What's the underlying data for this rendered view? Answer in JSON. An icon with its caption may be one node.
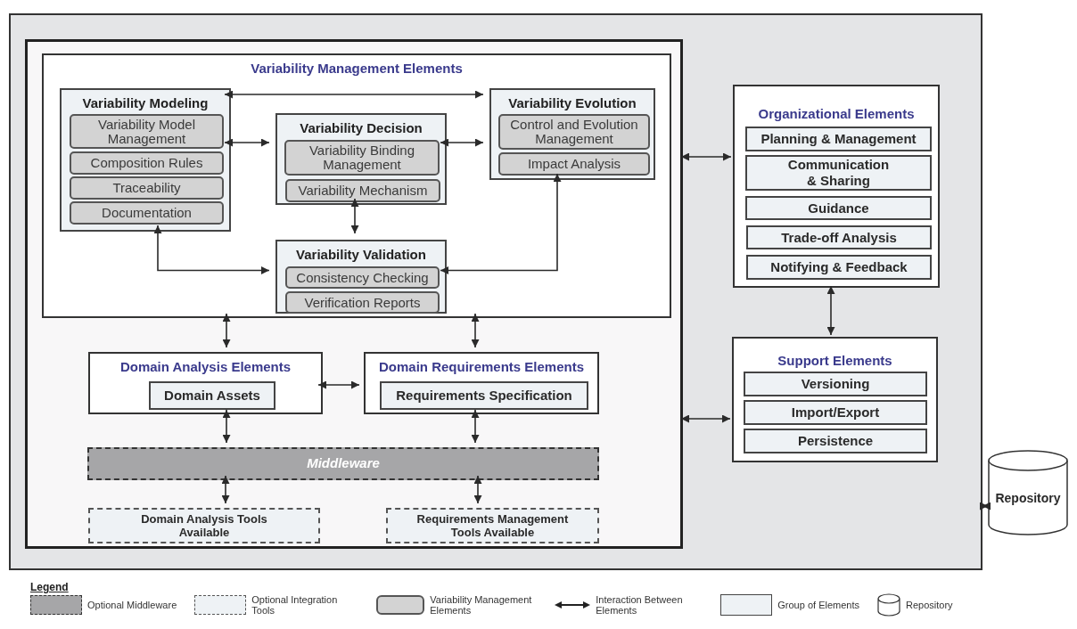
{
  "diagram": {
    "nodes": [
      {
        "text": [],
        "shape": "box"
      },
      {
        "text": [],
        "shape": "box",
        "in": 0
      },
      {
        "text": [
          "Variability Management Elements"
        ],
        "in": 1
      },
      {
        "text": [
          "Variability Modeling"
        ],
        "in": 2
      },
      {
        "text": [
          "Variability Model Management"
        ],
        "in": 3
      },
      {
        "text": [
          "Composition Rules"
        ],
        "in": 3
      },
      {
        "text": [
          "Traceability"
        ],
        "in": 3
      },
      {
        "text": [
          "Documentation"
        ],
        "in": 3
      },
      {
        "text": [
          "Variability Decision"
        ],
        "in": 2
      },
      {
        "text": [
          "Variability Binding Management"
        ],
        "in": 8
      },
      {
        "text": [
          "Variability Mechanism"
        ],
        "in": 8
      },
      {
        "text": [
          "Variability Evolution"
        ],
        "in": 2
      },
      {
        "text": [
          "Control and Evolution Management"
        ],
        "in": 11
      },
      {
        "text": [
          "Impact Analysis"
        ],
        "in": 11
      },
      {
        "text": [
          "Variability Validation"
        ],
        "in": 2
      },
      {
        "text": [
          "Consistency Checking"
        ],
        "in": 14
      },
      {
        "text": [
          "Verification Reports"
        ],
        "in": 14
      },
      {
        "text": [
          "Domain Analysis Elements"
        ],
        "in": 1
      },
      {
        "text": [
          "Domain Assets"
        ],
        "in": 17
      },
      {
        "text": [
          "Domain Requirements Elements"
        ],
        "in": 1
      },
      {
        "text": [
          "Requirements Specification"
        ],
        "in": 19
      },
      {
        "text": [
          "Middleware"
        ],
        "in": 1
      },
      {
        "text": [
          "Domain Analysis Tools Available"
        ],
        "in": 1
      },
      {
        "text": [
          "Requirements Management Tools Available"
        ],
        "in": 1
      },
      {
        "text": [
          "Organizational Elements"
        ],
        "in": 0
      },
      {
        "text": [
          "Planning & Management"
        ],
        "in": 24
      },
      {
        "text": [
          "Communication & Sharing"
        ],
        "in": 24
      },
      {
        "text": [
          "Guidance"
        ],
        "in": 24
      },
      {
        "text": [
          "Trade-off Analysis"
        ],
        "in": 24
      },
      {
        "text": [
          "Notifying & Feedback"
        ],
        "in": 24
      },
      {
        "text": [
          "Support Elements"
        ],
        "in": 0
      },
      {
        "text": [
          "Versioning"
        ],
        "in": 30
      },
      {
        "text": [
          "Import/Export"
        ],
        "in": 30
      },
      {
        "text": [
          "Persistence"
        ],
        "in": 30
      },
      {
        "text": [
          "Repository"
        ]
      }
    ],
    "edges": [
      {
        "from": 3,
        "to": 11,
        "arrow": "both"
      },
      {
        "from": 3,
        "to": 8,
        "arrow": "both"
      },
      {
        "from": 8,
        "to": 11,
        "arrow": "both"
      },
      {
        "from": 8,
        "to": 14,
        "arrow": "both"
      },
      {
        "from": 3,
        "to": 14,
        "arrow": "both"
      },
      {
        "from": 11,
        "to": 14,
        "arrow": "both"
      },
      {
        "from": 1,
        "to": 24,
        "arrow": "both"
      },
      {
        "from": 24,
        "to": 30,
        "arrow": "both"
      },
      {
        "from": 1,
        "to": 30,
        "arrow": "both"
      },
      {
        "from": 0,
        "to": 34,
        "arrow": "both"
      },
      {
        "from": 2,
        "to": 17,
        "arrow": "both"
      },
      {
        "from": 2,
        "to": 19,
        "arrow": "both"
      },
      {
        "from": 17,
        "to": 19,
        "arrow": "both"
      },
      {
        "from": 17,
        "to": 21,
        "arrow": "both"
      },
      {
        "from": 19,
        "to": 21,
        "arrow": "both"
      },
      {
        "from": 21,
        "to": 22,
        "arrow": "both"
      },
      {
        "from": 21,
        "to": 23,
        "arrow": "both"
      }
    ],
    "labels": [
      "Legend"
    ],
    "legend": [
      {
        "text": "Optional Middleware"
      },
      {
        "text": "Optional Integration Tools"
      },
      {
        "text": "Variability Management Elements"
      },
      {
        "text": "Interaction Between Elements"
      },
      {
        "text": "Group of Elements"
      },
      {
        "text": "Repository"
      }
    ]
  }
}
